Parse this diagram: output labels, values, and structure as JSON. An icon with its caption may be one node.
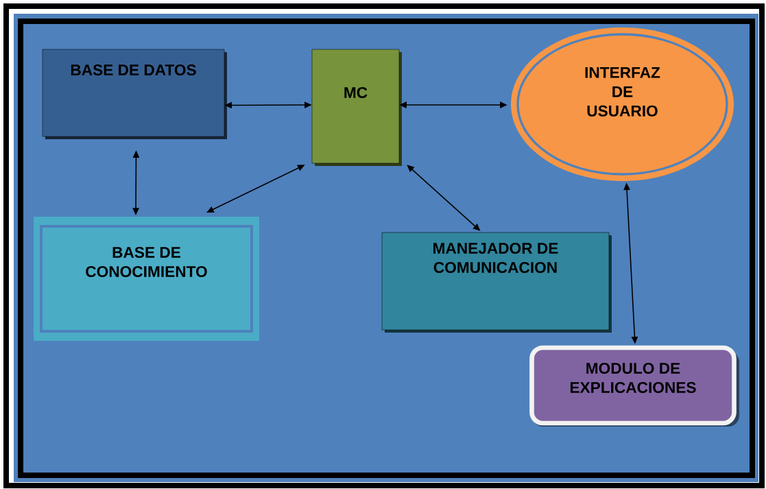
{
  "diagram": {
    "nodes": [
      {
        "text": [
          "BASE DE DATOS"
        ]
      },
      {
        "text": [
          "MC"
        ]
      },
      {
        "text": [
          "INTERFAZ DE USUARIO"
        ]
      },
      {
        "text": [
          "BASE DE CONOCIMIENTO"
        ]
      },
      {
        "text": [
          "MANEJADOR DE COMUNICACION"
        ]
      },
      {
        "text": [
          "MODULO DE EXPLICACIONES"
        ]
      }
    ],
    "edges": [
      {
        "from": 0,
        "to": 1,
        "arrow": "both"
      },
      {
        "from": 1,
        "to": 2,
        "arrow": "both"
      },
      {
        "from": 0,
        "to": 3,
        "arrow": "both"
      },
      {
        "from": 1,
        "to": 3,
        "arrow": "both"
      },
      {
        "from": 1,
        "to": 4,
        "arrow": "both"
      },
      {
        "from": 2,
        "to": 5,
        "arrow": "both"
      }
    ]
  }
}
